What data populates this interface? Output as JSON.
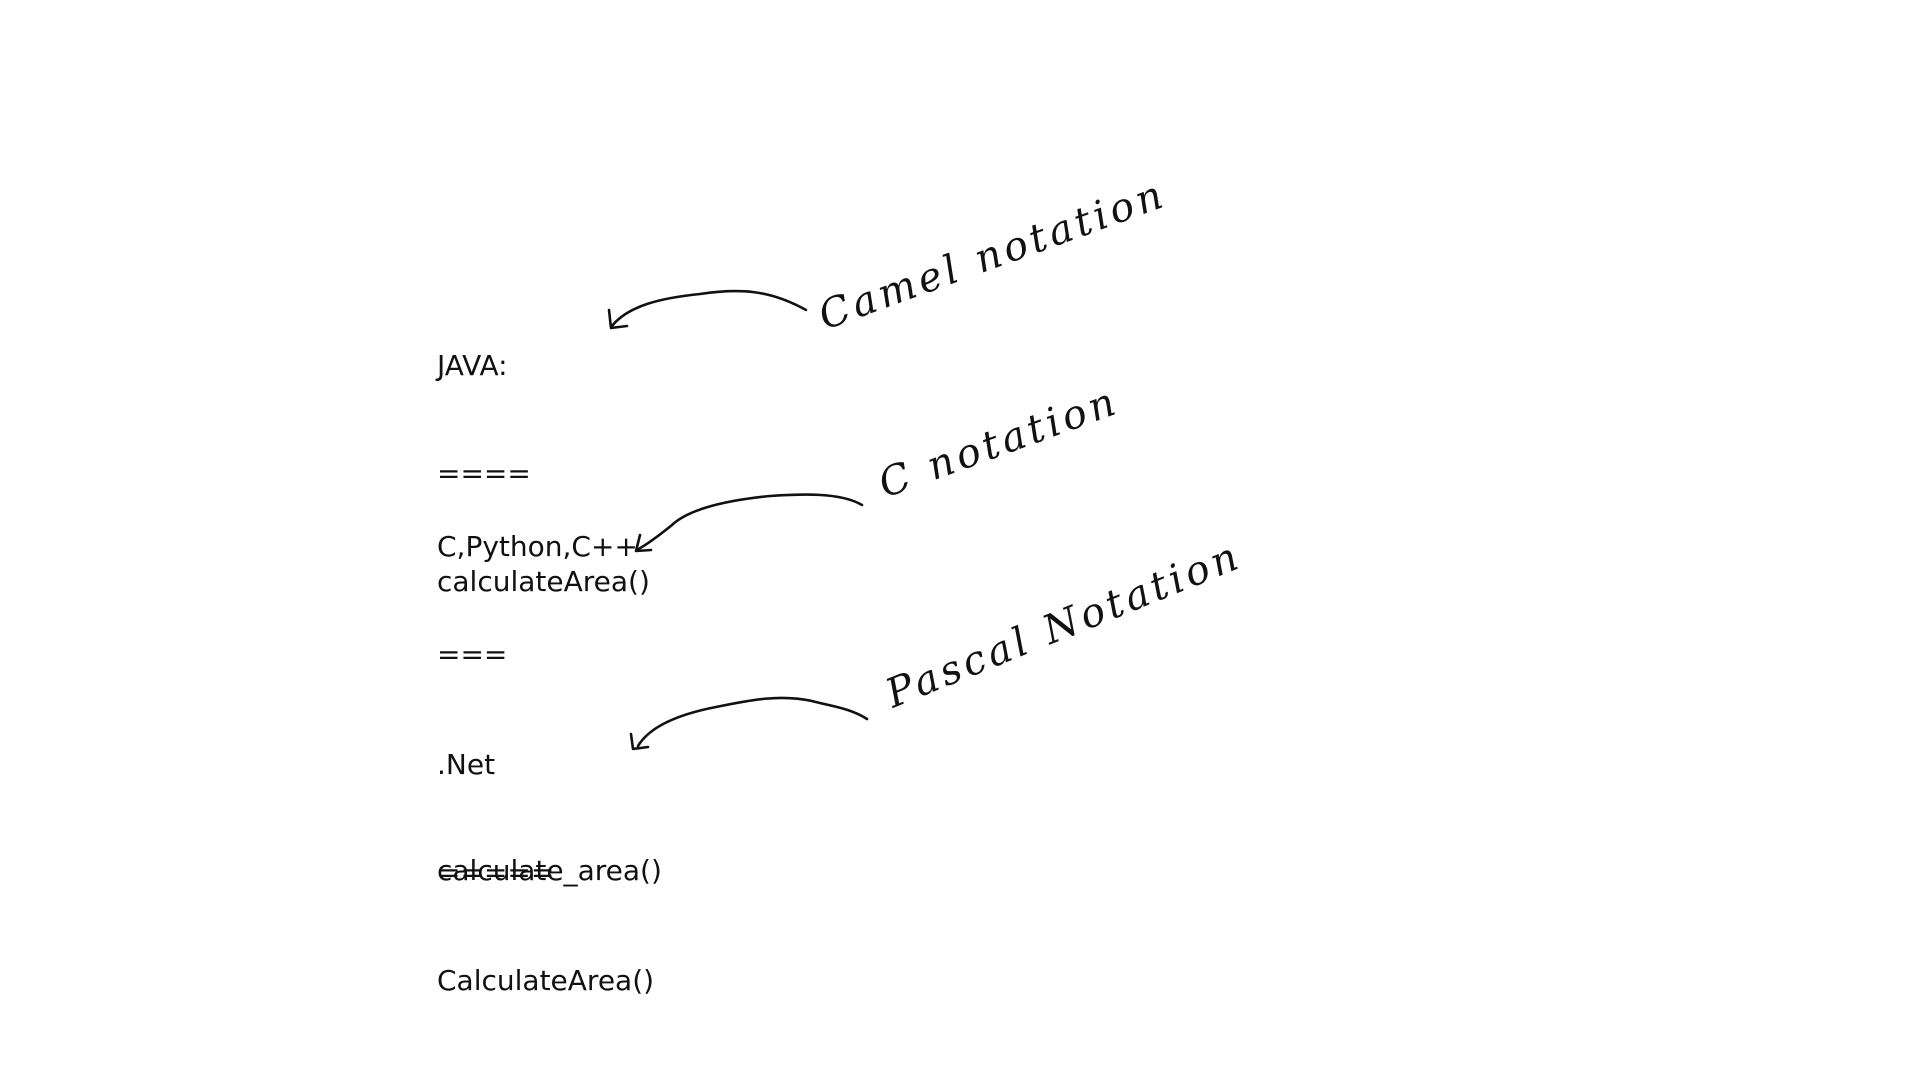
{
  "sections": [
    {
      "language": "JAVA:",
      "underline": "====",
      "example": "calculateArea()",
      "annotation": "Camel notation"
    },
    {
      "language": "C,Python,C++",
      "underline": "===",
      "example": "calculate_area()",
      "annotation": "C notation"
    },
    {
      "language": ".Net",
      "underline": "=====",
      "example": "CalculateArea()",
      "annotation": "Pascal Notation"
    }
  ],
  "colors": {
    "background": "#ffffff",
    "ink": "#111111"
  }
}
